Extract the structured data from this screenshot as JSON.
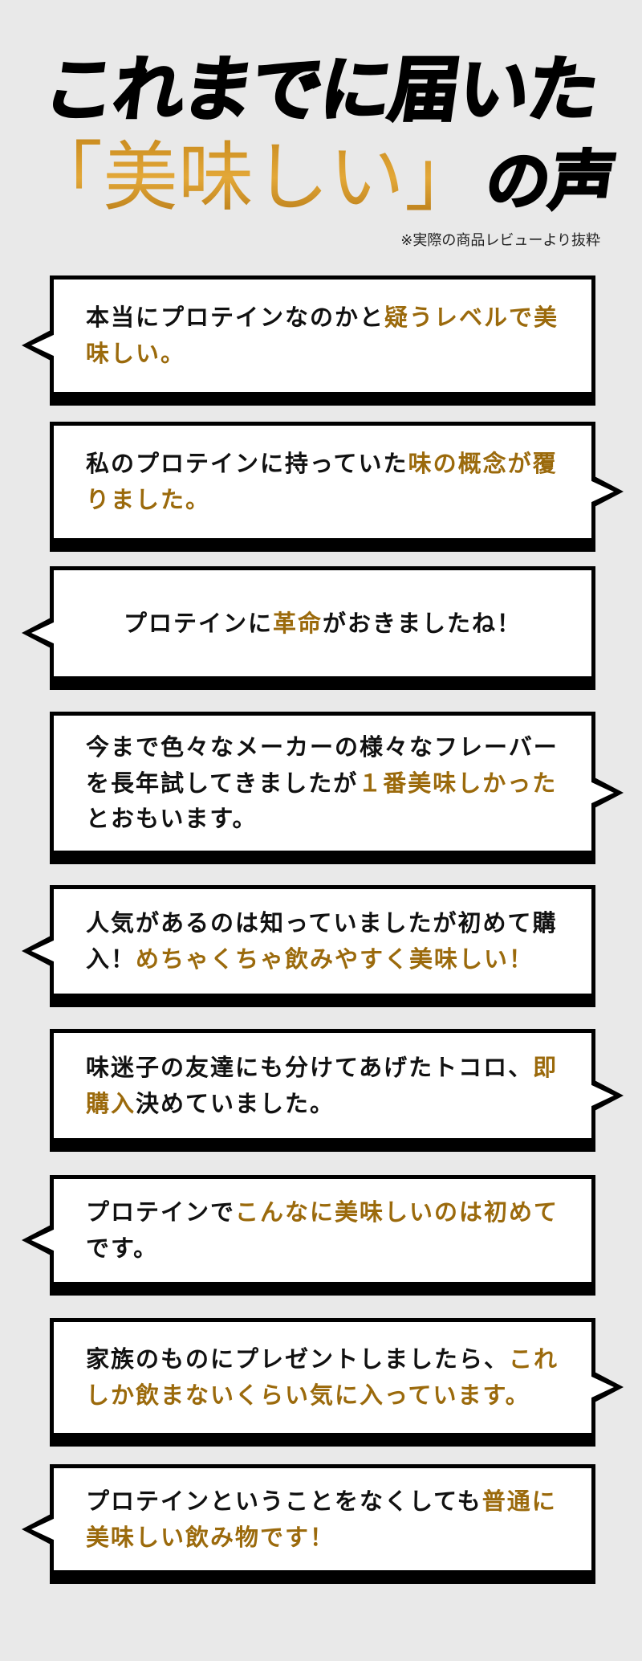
{
  "header": {
    "title_line1": "これまでに届いた",
    "title_highlight": "「美味しい」",
    "title_suffix": "の声",
    "note": "※実際の商品レビューより抜粋"
  },
  "colors": {
    "highlight": "#9b6a0c",
    "gold": "#d9a030"
  },
  "reviews": [
    {
      "tail": "left",
      "segments": [
        {
          "text": "本当にプロテインなのかと",
          "hl": false
        },
        {
          "text": "疑うレベルで美味しい。",
          "hl": true
        }
      ]
    },
    {
      "tail": "right",
      "segments": [
        {
          "text": "私のプロテインに持っていた",
          "hl": false
        },
        {
          "text": "味の概念が覆りました。",
          "hl": true
        }
      ]
    },
    {
      "tail": "left",
      "center": true,
      "segments": [
        {
          "text": "プロテインに",
          "hl": false
        },
        {
          "text": "革命",
          "hl": true
        },
        {
          "text": "がおきましたね！",
          "hl": false
        }
      ]
    },
    {
      "tail": "right",
      "segments": [
        {
          "text": "今まで色々なメーカーの様々なフレーバーを長年試してきましたが",
          "hl": false
        },
        {
          "text": "１番美味しかった",
          "hl": true
        },
        {
          "text": "とおもいます。",
          "hl": false
        }
      ]
    },
    {
      "tail": "left",
      "segments": [
        {
          "text": "人気があるのは知っていましたが初めて購入！",
          "hl": false
        },
        {
          "text": "めちゃくちゃ飲みやすく美味しい！",
          "hl": true
        }
      ]
    },
    {
      "tail": "right",
      "segments": [
        {
          "text": "味迷子の友達にも分けてあげたトコロ、",
          "hl": false
        },
        {
          "text": "即購入",
          "hl": true
        },
        {
          "text": "決めていました。",
          "hl": false
        }
      ]
    },
    {
      "tail": "left",
      "segments": [
        {
          "text": "プロテインで",
          "hl": false
        },
        {
          "text": "こんなに美味しいのは初めて",
          "hl": true
        },
        {
          "text": "です。",
          "hl": false
        }
      ]
    },
    {
      "tail": "right",
      "segments": [
        {
          "text": "家族のものにプレゼントしましたら、",
          "hl": false
        },
        {
          "text": "これしか飲まないくらい気に入っています。",
          "hl": true
        }
      ]
    },
    {
      "tail": "left",
      "segments": [
        {
          "text": "プロテインということをなくしても",
          "hl": false
        },
        {
          "text": "普通に美味しい飲み物です！",
          "hl": true
        }
      ]
    }
  ]
}
